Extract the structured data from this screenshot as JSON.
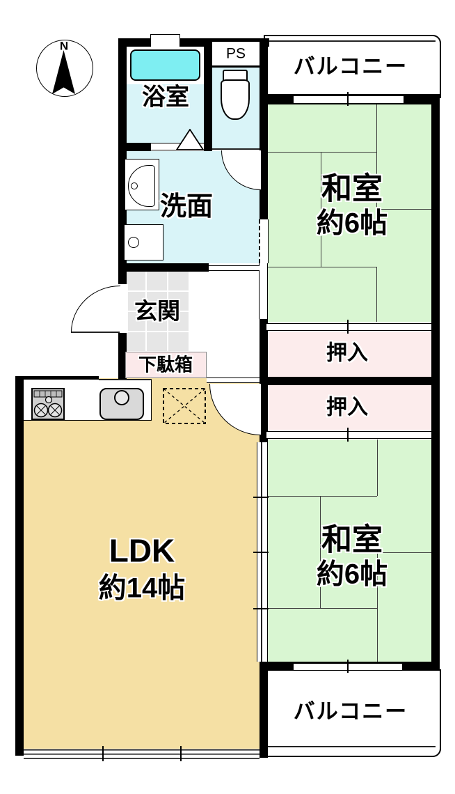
{
  "compass": {
    "north_label": "N"
  },
  "rooms": {
    "bath": {
      "label": "浴室"
    },
    "pipe_space": {
      "label": "PS"
    },
    "balcony_top": {
      "label": "バルコニー"
    },
    "washitsu_upper": {
      "label": "和室",
      "size": "約6帖"
    },
    "washroom": {
      "label": "洗面"
    },
    "entrance": {
      "label": "玄関"
    },
    "shoe_cabinet": {
      "label": "下駄箱"
    },
    "closet_upper": {
      "label": "押入"
    },
    "closet_lower": {
      "label": "押入"
    },
    "ldk": {
      "label": "LDK",
      "size": "約14帖"
    },
    "washitsu_lower": {
      "label": "和室",
      "size": "約6帖"
    },
    "balcony_bottom": {
      "label": "バルコニー"
    }
  },
  "colors": {
    "wall": "#000000",
    "tatami_green": "#d9f6d2",
    "ldk_tan": "#f5e0a4",
    "closet_pink": "#fcecec",
    "wet_cyan": "#d9f4f8",
    "bathtub_cyan": "#7eeef2",
    "tile_gray": "#e6e6e6",
    "shoebox_pink": "#fbe9ea",
    "fixture_gray": "#cfcfcf"
  }
}
